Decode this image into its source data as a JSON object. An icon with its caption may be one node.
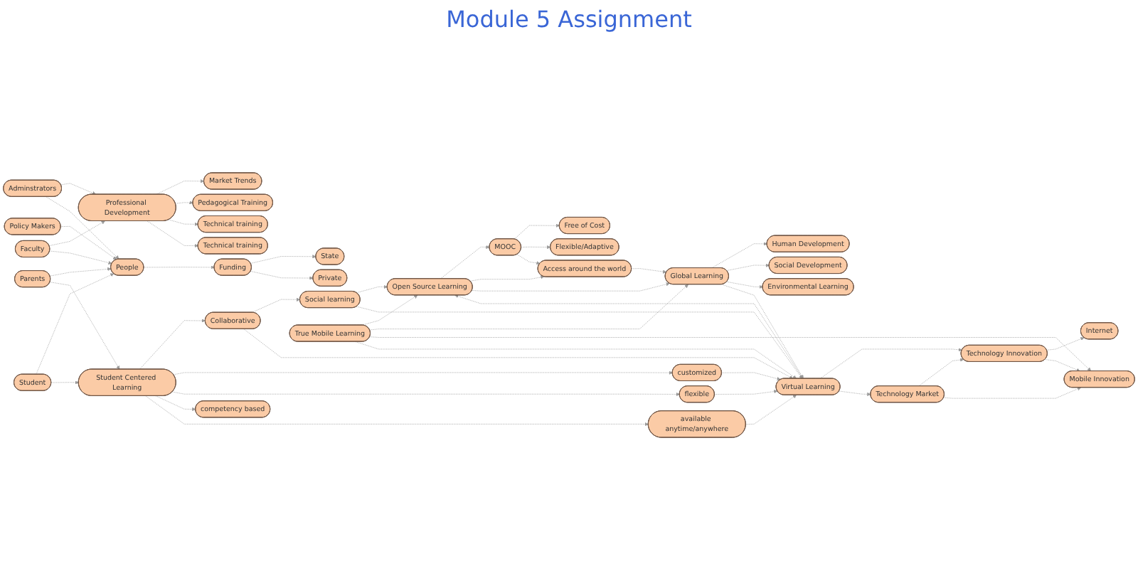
{
  "diagram": {
    "title": "Module 5 Assignment",
    "nodes": [
      {
        "text": [
          "Market Trends"
        ]
      },
      {
        "text": [
          "Pedagogical Training"
        ]
      },
      {
        "text": [
          "Technical training"
        ]
      },
      {
        "text": [
          "Technical training"
        ]
      },
      {
        "text": [
          "Professional Development"
        ]
      },
      {
        "text": [
          "State"
        ]
      },
      {
        "text": [
          "Private"
        ]
      },
      {
        "text": [
          "Policy Makers"
        ]
      },
      {
        "text": [
          "Funding"
        ]
      },
      {
        "text": [
          "Adminstrators"
        ]
      },
      {
        "text": [
          "Social learning"
        ]
      },
      {
        "text": [
          "Faculty"
        ]
      },
      {
        "text": [
          "People"
        ]
      },
      {
        "text": [
          "Parents"
        ]
      },
      {
        "text": [
          "Collaborative"
        ]
      },
      {
        "text": [
          "Student"
        ]
      },
      {
        "text": [
          "Student Centered Learning"
        ]
      },
      {
        "text": [
          "customized"
        ]
      },
      {
        "text": [
          "flexible"
        ]
      },
      {
        "text": [
          "competency based"
        ]
      },
      {
        "text": [
          "available anytime/anywhere"
        ]
      },
      {
        "text": [
          "MOOC"
        ]
      },
      {
        "text": [
          "Free of Cost"
        ]
      },
      {
        "text": [
          "Flexible/Adaptive"
        ]
      },
      {
        "text": [
          "Access around the world"
        ]
      },
      {
        "text": [
          "Open Source Learning"
        ]
      },
      {
        "text": [
          "Human Development"
        ]
      },
      {
        "text": [
          "Social Development"
        ]
      },
      {
        "text": [
          "Global Learning"
        ]
      },
      {
        "text": [
          "Environmental Learning"
        ]
      },
      {
        "text": [
          "True Mobile Learning"
        ]
      },
      {
        "text": [
          "Internet"
        ]
      },
      {
        "text": [
          "Mobile Innovation"
        ]
      },
      {
        "text": [
          "Virtual Learning"
        ]
      },
      {
        "text": [
          "Technology Innovation"
        ]
      },
      {
        "text": [
          "Technology Market"
        ]
      }
    ],
    "edges": [
      {
        "from": 4,
        "to": 0,
        "arrow": "to",
        "style": "dashed"
      },
      {
        "from": 4,
        "to": 1,
        "arrow": "to",
        "style": "dashed"
      },
      {
        "from": 4,
        "to": 2,
        "arrow": "to",
        "style": "dashed"
      },
      {
        "from": 4,
        "to": 3,
        "arrow": "to",
        "style": "dashed"
      },
      {
        "from": 7,
        "to": 12,
        "arrow": "to",
        "style": "dashed"
      },
      {
        "from": 9,
        "to": 4,
        "arrow": "to",
        "style": "dashed"
      },
      {
        "from": 9,
        "to": 12,
        "arrow": "to",
        "style": "dashed"
      },
      {
        "from": 11,
        "to": 4,
        "arrow": "to",
        "style": "dashed"
      },
      {
        "from": 11,
        "to": 12,
        "arrow": "to",
        "style": "dashed"
      },
      {
        "from": 13,
        "to": 12,
        "arrow": "to",
        "style": "dashed"
      },
      {
        "from": 13,
        "to": 16,
        "arrow": "to",
        "style": "dashed"
      },
      {
        "from": 15,
        "to": 12,
        "arrow": "to",
        "style": "dashed"
      },
      {
        "from": 15,
        "to": 16,
        "arrow": "to",
        "style": "dashed"
      },
      {
        "from": 12,
        "to": 8,
        "arrow": "to",
        "style": "dashed"
      },
      {
        "from": 8,
        "to": 5,
        "arrow": "to",
        "style": "dashed"
      },
      {
        "from": 8,
        "to": 6,
        "arrow": "to",
        "style": "dashed"
      },
      {
        "from": 16,
        "to": 14,
        "arrow": "to",
        "style": "dashed"
      },
      {
        "from": 16,
        "to": 17,
        "arrow": "to",
        "style": "dashed"
      },
      {
        "from": 16,
        "to": 18,
        "arrow": "to",
        "style": "dashed"
      },
      {
        "from": 16,
        "to": 19,
        "arrow": "to",
        "style": "dashed"
      },
      {
        "from": 16,
        "to": 20,
        "arrow": "to",
        "style": "dashed"
      },
      {
        "from": 14,
        "to": 10,
        "arrow": "to",
        "style": "dashed"
      },
      {
        "from": 14,
        "to": 33,
        "arrow": "to",
        "style": "dashed"
      },
      {
        "from": 17,
        "to": 33,
        "arrow": "to",
        "style": "dashed"
      },
      {
        "from": 18,
        "to": 33,
        "arrow": "to",
        "style": "dashed"
      },
      {
        "from": 20,
        "to": 33,
        "arrow": "to",
        "style": "dashed"
      },
      {
        "from": 10,
        "to": 25,
        "arrow": "to",
        "style": "dashed"
      },
      {
        "from": 10,
        "to": 33,
        "arrow": "to",
        "style": "dashed"
      },
      {
        "from": 33,
        "to": 25,
        "arrow": "to",
        "style": "dashed"
      },
      {
        "from": 25,
        "to": 21,
        "arrow": "to",
        "style": "dashed"
      },
      {
        "from": 25,
        "to": 24,
        "arrow": "to",
        "style": "dashed"
      },
      {
        "from": 25,
        "to": 28,
        "arrow": "to",
        "style": "dashed"
      },
      {
        "from": 21,
        "to": 22,
        "arrow": "to",
        "style": "dashed"
      },
      {
        "from": 21,
        "to": 23,
        "arrow": "to",
        "style": "dashed"
      },
      {
        "from": 21,
        "to": 24,
        "arrow": "to",
        "style": "dashed"
      },
      {
        "from": 24,
        "to": 28,
        "arrow": "to",
        "style": "dashed"
      },
      {
        "from": 28,
        "to": 26,
        "arrow": "to",
        "style": "dashed"
      },
      {
        "from": 28,
        "to": 27,
        "arrow": "to",
        "style": "dashed"
      },
      {
        "from": 28,
        "to": 29,
        "arrow": "to",
        "style": "dashed"
      },
      {
        "from": 28,
        "to": 33,
        "arrow": "to",
        "style": "dashed"
      },
      {
        "from": 30,
        "to": 25,
        "arrow": "to",
        "style": "dashed"
      },
      {
        "from": 30,
        "to": 28,
        "arrow": "to",
        "style": "dashed"
      },
      {
        "from": 30,
        "to": 32,
        "arrow": "to",
        "style": "dashed"
      },
      {
        "from": 30,
        "to": 33,
        "arrow": "to",
        "style": "dashed"
      },
      {
        "from": 33,
        "to": 34,
        "arrow": "to",
        "style": "dashed"
      },
      {
        "from": 33,
        "to": 35,
        "arrow": "to",
        "style": "dashed"
      },
      {
        "from": 35,
        "to": 34,
        "arrow": "to",
        "style": "dashed"
      },
      {
        "from": 35,
        "to": 32,
        "arrow": "to",
        "style": "dashed"
      },
      {
        "from": 34,
        "to": 31,
        "arrow": "to",
        "style": "dashed"
      },
      {
        "from": 34,
        "to": 32,
        "arrow": "to",
        "style": "dashed"
      }
    ]
  }
}
